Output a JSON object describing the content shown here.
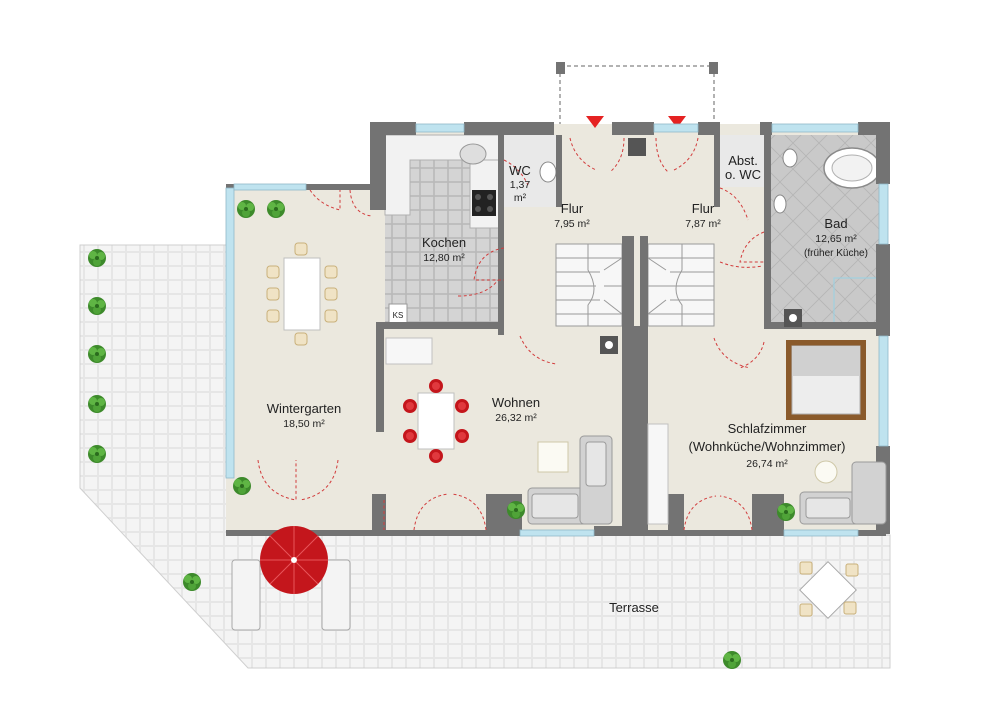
{
  "rooms": {
    "wintergarten": {
      "name": "Wintergarten",
      "area": "18,50 m²"
    },
    "kochen": {
      "name": "Kochen",
      "area": "12,80 m²"
    },
    "wc": {
      "name": "WC",
      "area_value": "1,37",
      "area_unit": "m²"
    },
    "flur1": {
      "name": "Flur",
      "area": "7,95 m²"
    },
    "flur2": {
      "name": "Flur",
      "area": "7,87 m²"
    },
    "abst": {
      "name_line1": "Abst.",
      "name_line2": "o. WC"
    },
    "bad": {
      "name": "Bad",
      "area": "12,65 m²",
      "note": "(früher Küche)"
    },
    "wohnen": {
      "name": "Wohnen",
      "area": "26,32 m²"
    },
    "schlafzimmer": {
      "name": "Schlafzimmer",
      "subtitle": "(Wohnküche/Wohnzimmer)",
      "area": "26,74 m²"
    },
    "terrasse": {
      "name": "Terrasse"
    }
  },
  "fixtures": {
    "ks_label": "KS"
  },
  "colors": {
    "wall": "#737373",
    "floor": "#ebe8de",
    "tile": "#cfcfcf",
    "terrace": "#e4e4e4",
    "door_arc": "#d23c3c",
    "entry_arrow": "#e52222",
    "plant": "#3d8a2b",
    "umbrella": "#c4161c",
    "window": "#bfe3ef"
  }
}
